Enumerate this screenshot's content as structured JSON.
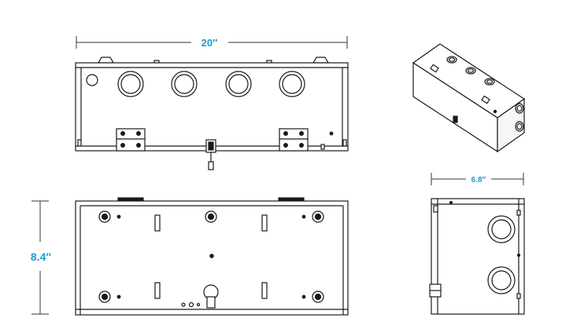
{
  "dimensions": {
    "width": "20″",
    "height": "8.4″",
    "depth": "6.8″"
  },
  "colors": {
    "dimension_text": "#1c9ad6",
    "line": "#1a1a1a",
    "dim_line": "#333333",
    "fill": "#ffffff",
    "shade": "#e6e6e6"
  }
}
